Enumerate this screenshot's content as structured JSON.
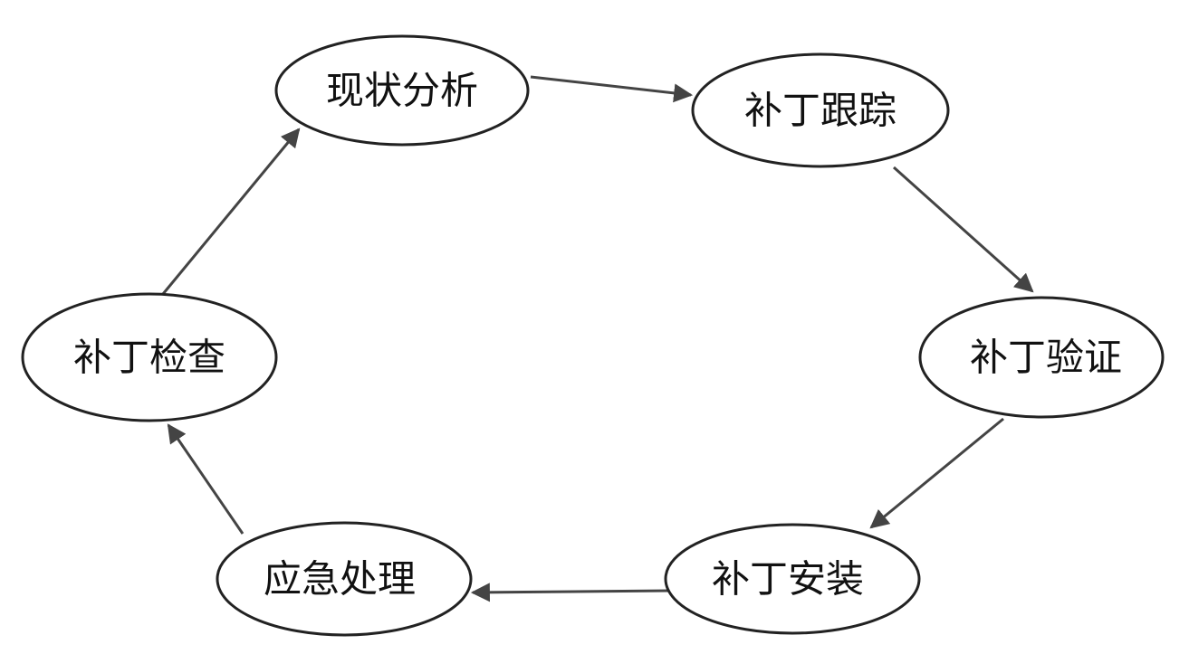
{
  "diagram": {
    "type": "cycle",
    "nodes": [
      {
        "id": "analysis",
        "label": "现状分析"
      },
      {
        "id": "tracking",
        "label": "补丁跟踪"
      },
      {
        "id": "verification",
        "label": "补丁验证"
      },
      {
        "id": "installation",
        "label": "补丁安装"
      },
      {
        "id": "emergency",
        "label": "应急处理"
      },
      {
        "id": "inspection",
        "label": "补丁检查"
      }
    ],
    "edges": [
      {
        "from": "analysis",
        "to": "tracking"
      },
      {
        "from": "tracking",
        "to": "verification"
      },
      {
        "from": "verification",
        "to": "installation"
      },
      {
        "from": "installation",
        "to": "emergency"
      },
      {
        "from": "emergency",
        "to": "inspection"
      },
      {
        "from": "inspection",
        "to": "analysis"
      }
    ]
  }
}
